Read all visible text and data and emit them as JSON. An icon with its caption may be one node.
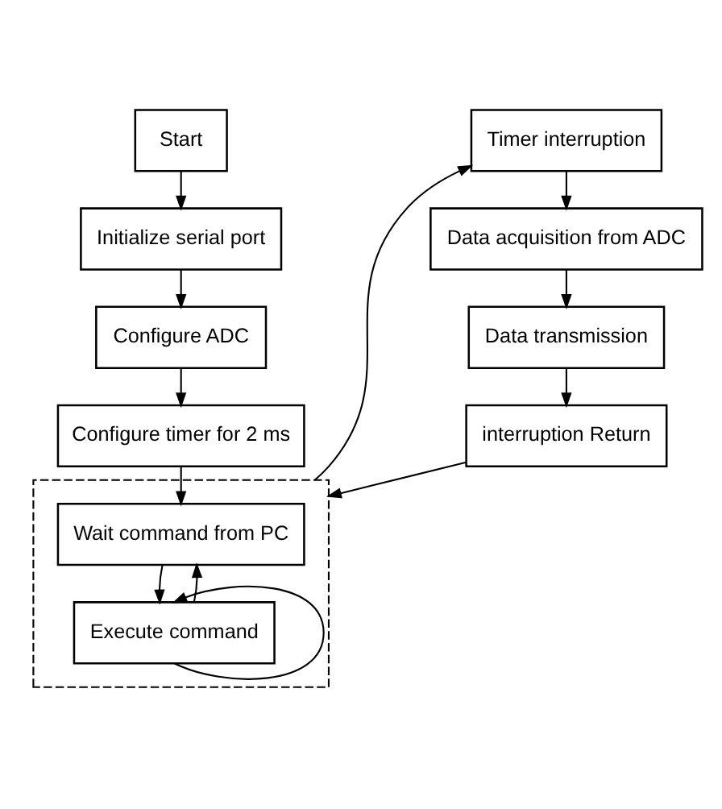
{
  "diagram": {
    "nodes": [
      {
        "text": [
          "Start"
        ]
      },
      {
        "text": [
          "Initialize serial port"
        ]
      },
      {
        "text": [
          "Configure ADC"
        ]
      },
      {
        "text": [
          "Configure timer for 2 ms"
        ]
      },
      {
        "text": [],
        "shape": "box"
      },
      {
        "text": [
          "Wait command from PC"
        ],
        "in": 4
      },
      {
        "text": [
          "Execute command"
        ],
        "in": 4
      },
      {
        "text": [
          "Timer interruption"
        ]
      },
      {
        "text": [
          "Data acquisition from ADC"
        ]
      },
      {
        "text": [
          "Data transmission"
        ]
      },
      {
        "text": [
          "interruption Return"
        ]
      }
    ],
    "edges": [
      {
        "from": 0,
        "to": 1,
        "arrow": "to"
      },
      {
        "from": 1,
        "to": 2,
        "arrow": "to"
      },
      {
        "from": 2,
        "to": 3,
        "arrow": "to"
      },
      {
        "from": 3,
        "to": 5,
        "arrow": "to"
      },
      {
        "from": 5,
        "to": 6,
        "arrow": "to"
      },
      {
        "from": 6,
        "to": 5,
        "arrow": "to"
      },
      {
        "from": 6,
        "to": 6,
        "arrow": "to"
      },
      {
        "from": 4,
        "to": 7,
        "arrow": "to"
      },
      {
        "from": 7,
        "to": 8,
        "arrow": "to"
      },
      {
        "from": 8,
        "to": 9,
        "arrow": "to"
      },
      {
        "from": 9,
        "to": 10,
        "arrow": "to"
      },
      {
        "from": 10,
        "to": 4,
        "arrow": "to"
      }
    ]
  }
}
